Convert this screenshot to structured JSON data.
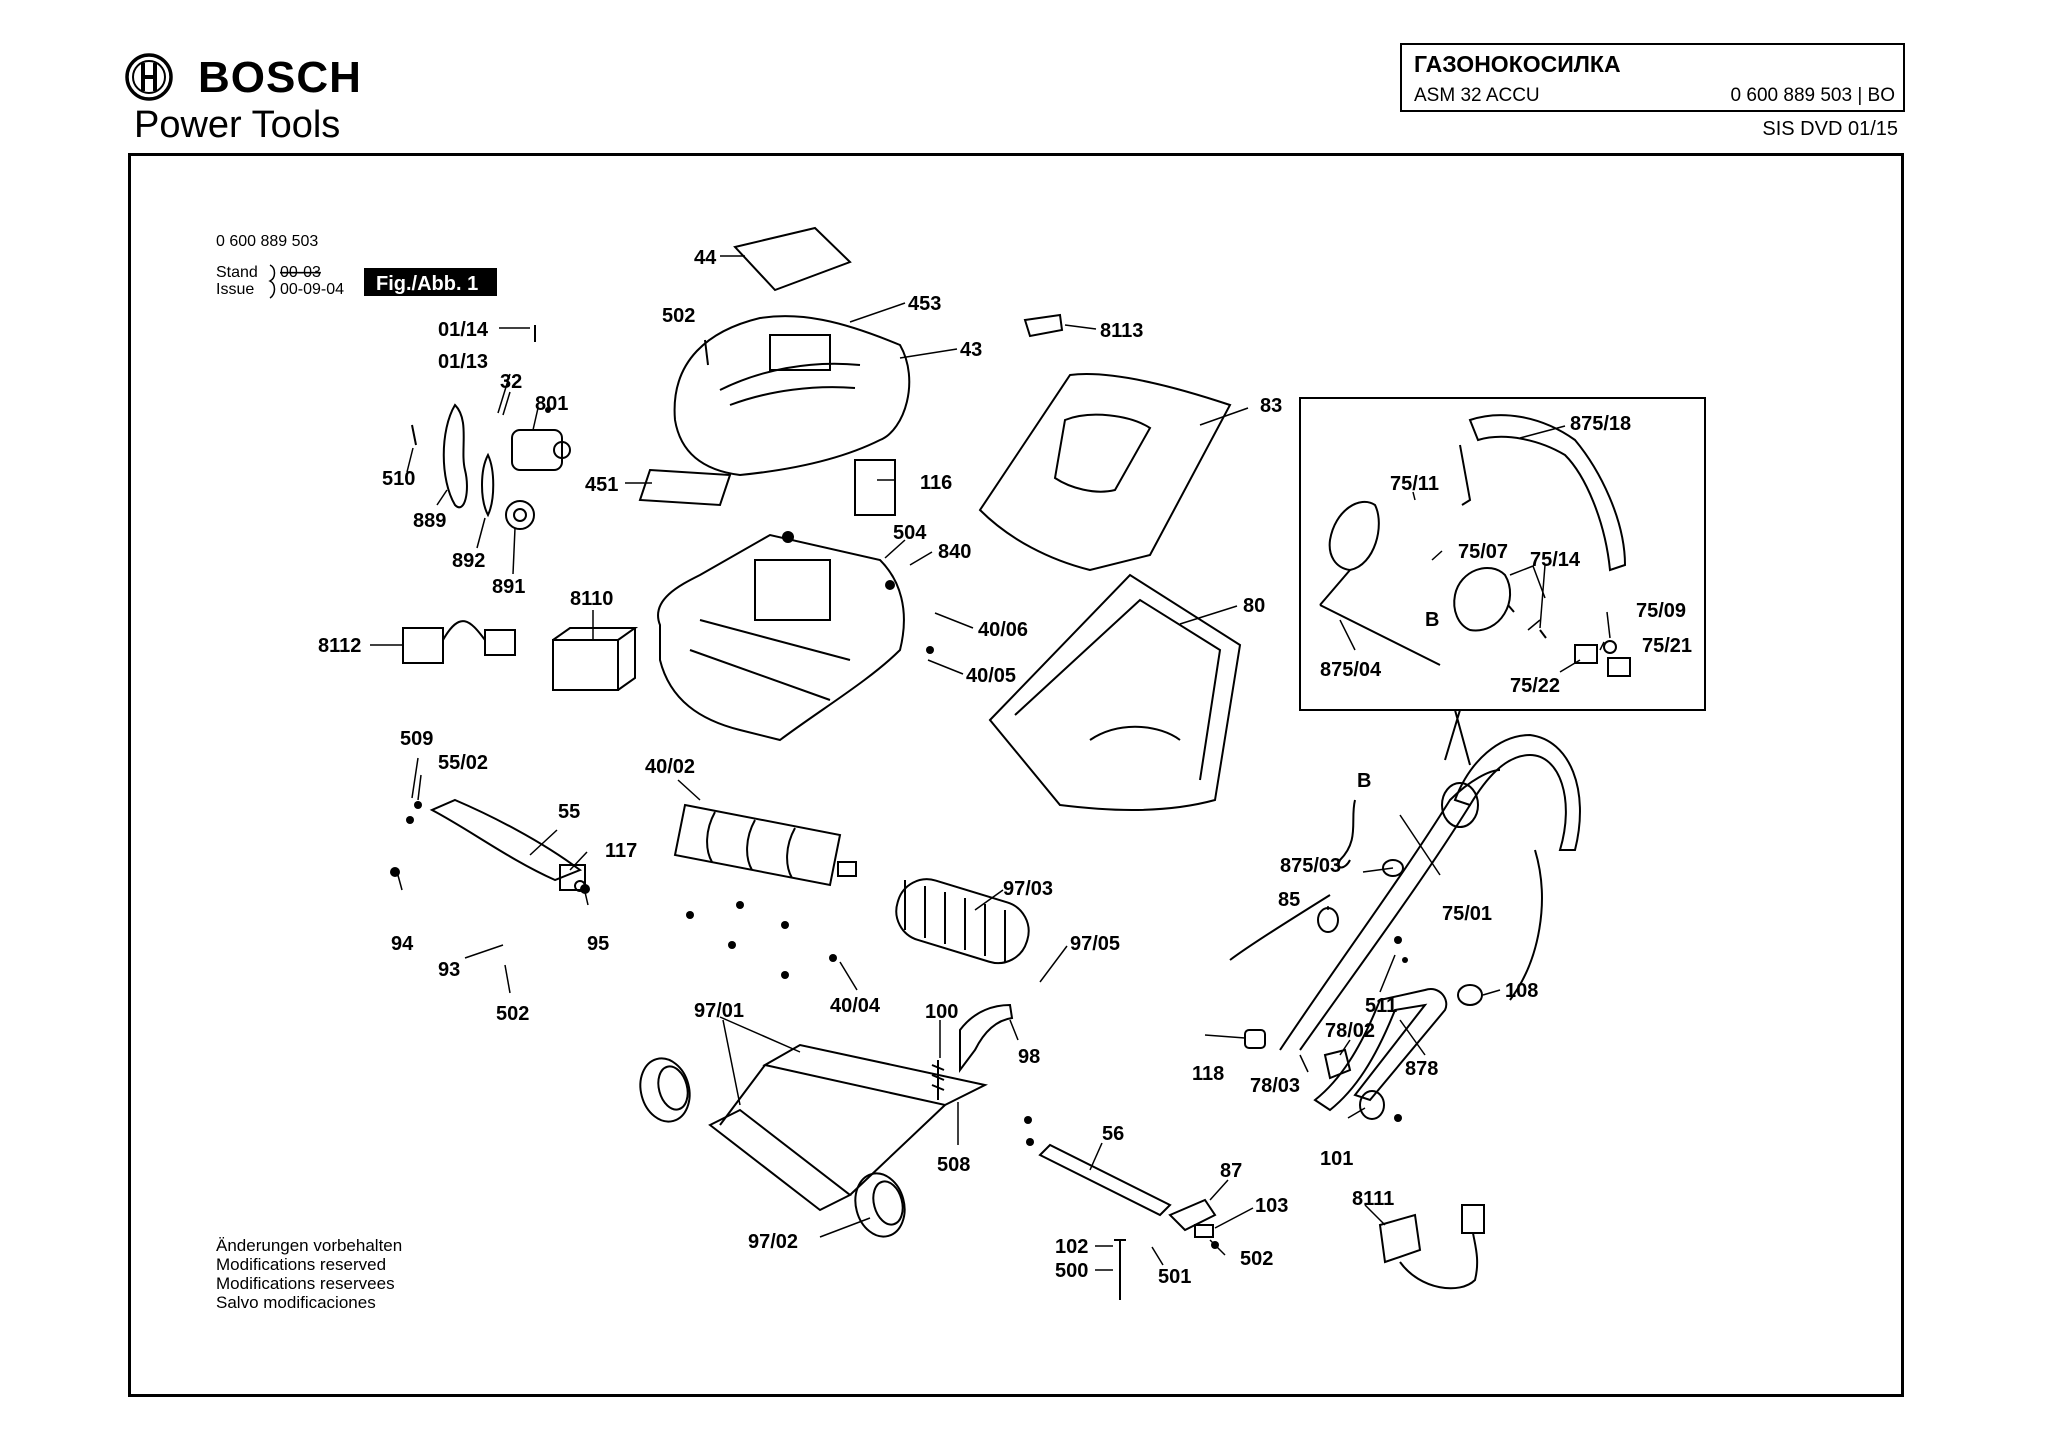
{
  "header": {
    "brand": "BOSCH",
    "subtitle": "Power Tools",
    "title": "ГАЗОНОКОСИЛКА",
    "model": "ASM 32 ACCU",
    "part_code": "0 600 889 503 | BO",
    "revision": "SIS DVD 01/15"
  },
  "info": {
    "number": "0 600 889 503",
    "stand_label": "Stand",
    "issue_label": "Issue",
    "stand_value": "00-03",
    "issue_value": "00-09-04",
    "fig_label": "Fig./Abb. 1"
  },
  "notes": [
    "Änderungen vorbehalten",
    "Modifications reserved",
    "Modifications reservees",
    "Salvo modificaciones"
  ],
  "callouts": {
    "p44": "44",
    "p453": "453",
    "p502a": "502",
    "p43": "43",
    "p8113": "8113",
    "p83": "83",
    "p01_14": "01/14",
    "p01_13": "01/13",
    "p32": "32",
    "p801": "801",
    "p510": "510",
    "p889": "889",
    "p892": "892",
    "p891": "891",
    "p451": "451",
    "p116": "116",
    "p504": "504",
    "p840": "840",
    "p40_06": "40/06",
    "p40_05": "40/05",
    "p80": "80",
    "p8110": "8110",
    "p8112": "8112",
    "p509": "509",
    "p55_02": "55/02",
    "p55": "55",
    "p117": "117",
    "p94": "94",
    "p95": "95",
    "p93": "93",
    "p502b": "502",
    "p40_02": "40/02",
    "p97_03": "97/03",
    "p97_05": "97/05",
    "p40_04": "40/04",
    "p97_01": "97/01",
    "p100": "100",
    "p98": "98",
    "p508": "508",
    "p56": "56",
    "p87": "87",
    "p103": "103",
    "p502c": "502",
    "p97_02": "97/02",
    "p102": "102",
    "p500": "500",
    "p501": "501",
    "p875_18": "875/18",
    "p75_11": "75/11",
    "p75_07": "75/07",
    "p75_14": "75/14",
    "p75_09": "75/09",
    "p75_21": "75/21",
    "pB1": "B",
    "p875_04": "875/04",
    "p75_22": "75/22",
    "pB2": "B",
    "p875_03": "875/03",
    "p85": "85",
    "p75_01": "75/01",
    "p108": "108",
    "p511": "511",
    "p78_02": "78/02",
    "p118": "118",
    "p78_03": "78/03",
    "p878": "878",
    "p101": "101",
    "p8111": "8111"
  }
}
